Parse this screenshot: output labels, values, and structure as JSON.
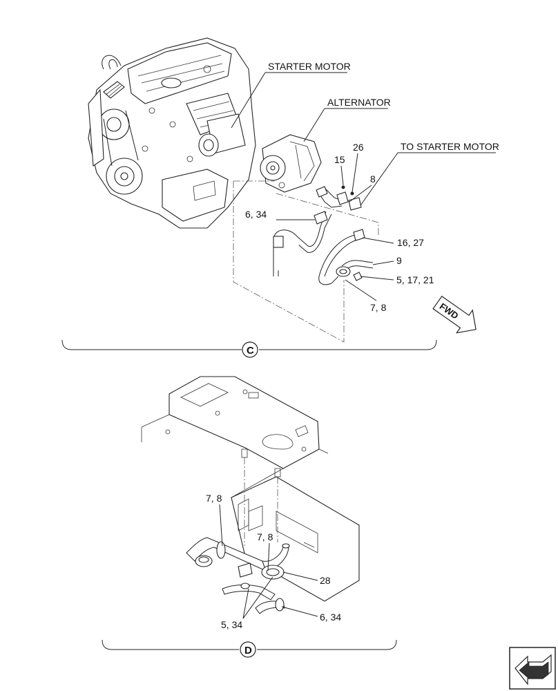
{
  "labels": {
    "starter_motor": "STARTER MOTOR",
    "alternator": "ALTERNATOR",
    "to_starter_motor": "TO STARTER MOTOR",
    "fwd": "FWD"
  },
  "callouts_c": {
    "c26": "26",
    "c15": "15",
    "c8": "8",
    "c6_34": "6, 34",
    "c16_27": "16, 27",
    "c9": "9",
    "c5_17_21": "5, 17, 21",
    "c7_8": "7, 8"
  },
  "callouts_d": {
    "d7_8_a": "7, 8",
    "d7_8_b": "7, 8",
    "d28": "28",
    "d5_34": "5, 34",
    "d6_34": "6, 34"
  },
  "sections": {
    "c": "C",
    "d": "D"
  }
}
